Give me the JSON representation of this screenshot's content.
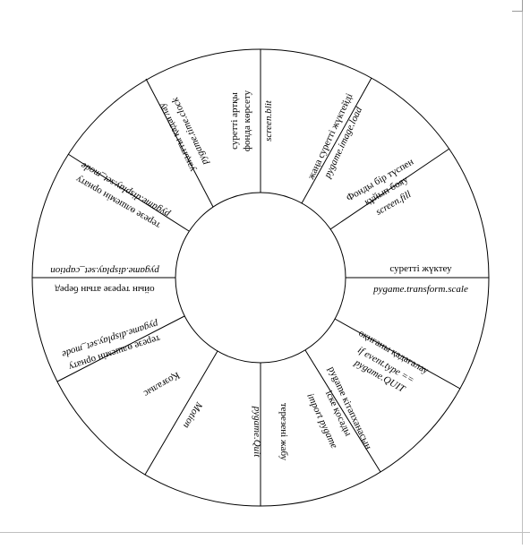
{
  "colors": {
    "stroke": "#000000",
    "page_edge": "#bfbfbf",
    "background": "#ffffff"
  },
  "segments": [
    {
      "id": "blit",
      "lines": [
        "суретті артқы",
        "фонда көрсету"
      ],
      "code": "screen.blit"
    },
    {
      "id": "load",
      "lines": [
        "жаңа суретті жүктейді"
      ],
      "code": "pygame.image.load"
    },
    {
      "id": "fill",
      "lines": [
        "Фонды бір түспен",
        "құйып бояу"
      ],
      "code": "screen.fill"
    },
    {
      "id": "scale",
      "lines": [
        "суретті жүктеу"
      ],
      "code": "pygame.transform.scale"
    },
    {
      "id": "event",
      "lines": [
        "оқиғаны қадағалау"
      ],
      "code": "if event.type ==",
      "code2": "pygame.QUIT"
    },
    {
      "id": "import",
      "lines": [
        "pygame кітапханасын",
        "іске қосады"
      ],
      "code": "import pygame"
    },
    {
      "id": "close",
      "lines": [
        "терезені жабу"
      ],
      "code": "pygame.Quit"
    },
    {
      "id": "motion",
      "lines": [],
      "code": "Motion"
    },
    {
      "id": "movement",
      "lines": [
        "Қозғалыс"
      ],
      "code": ""
    },
    {
      "id": "mode2",
      "lines": [
        "терезе өлшемін орнату"
      ],
      "code": "pygame.display.set_mode"
    },
    {
      "id": "caption",
      "lines": [
        "ойын терезе атын беред"
      ],
      "code": "pygame.display.set_caption"
    },
    {
      "id": "mode1",
      "lines": [
        "терезе өлшемін орнату"
      ],
      "code": "pygame.display.set_mode"
    },
    {
      "id": "clock",
      "lines": [
        "уақытты қадағлау"
      ],
      "code": "pygame.time.clock"
    }
  ]
}
